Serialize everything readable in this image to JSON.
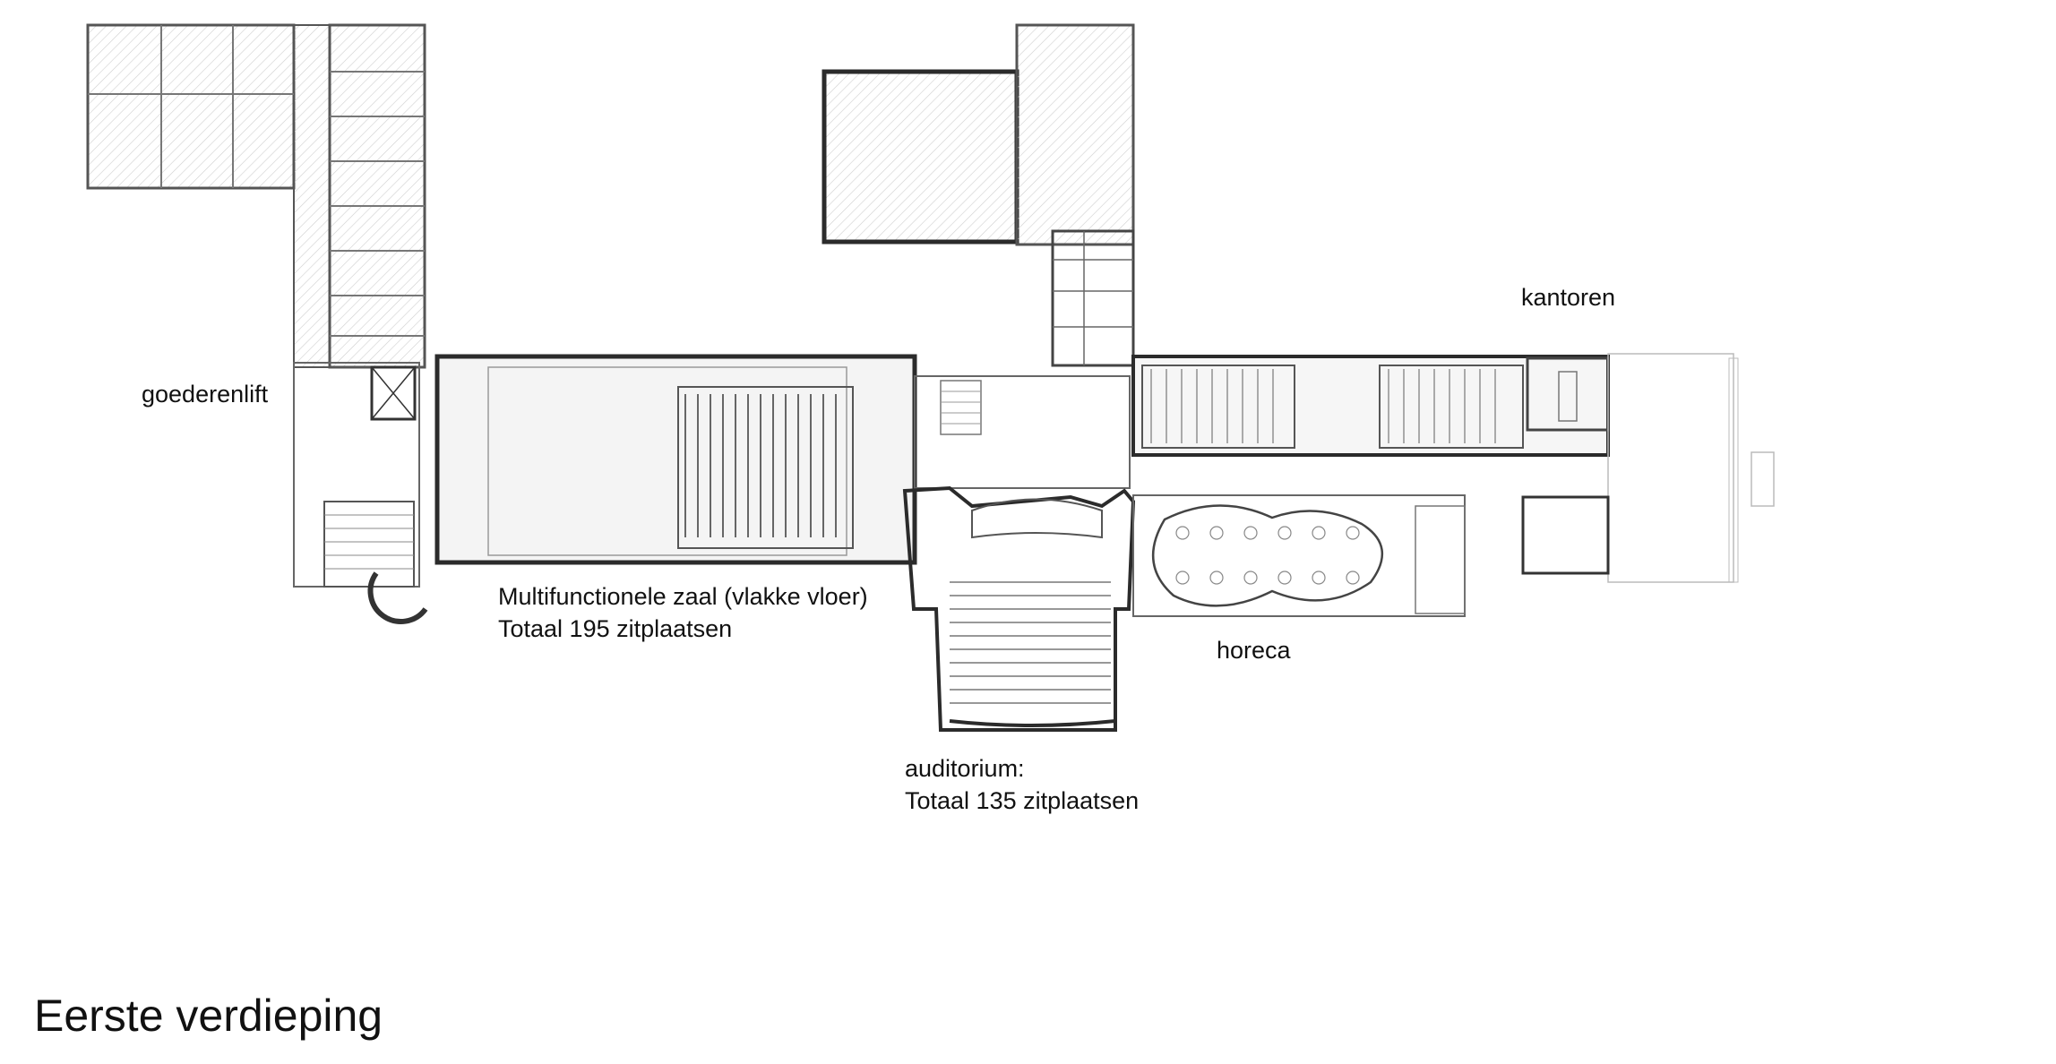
{
  "labels": {
    "goederenlift": "goederenlift",
    "kantoren": "kantoren",
    "zaal_line1": "Multifunctionele zaal (vlakke vloer)",
    "zaal_line2": "Totaal 195 zitplaatsen",
    "horeca": "horeca",
    "auditorium_line1": "auditorium:",
    "auditorium_line2": "Totaal 135 zitplaatsen"
  },
  "title": "Eerste verdieping",
  "colors": {
    "wall": "#2b2b2b",
    "line": "#8a8a8a",
    "hatch": "#c8c8c8",
    "background": "#ffffff",
    "text": "#111111"
  }
}
